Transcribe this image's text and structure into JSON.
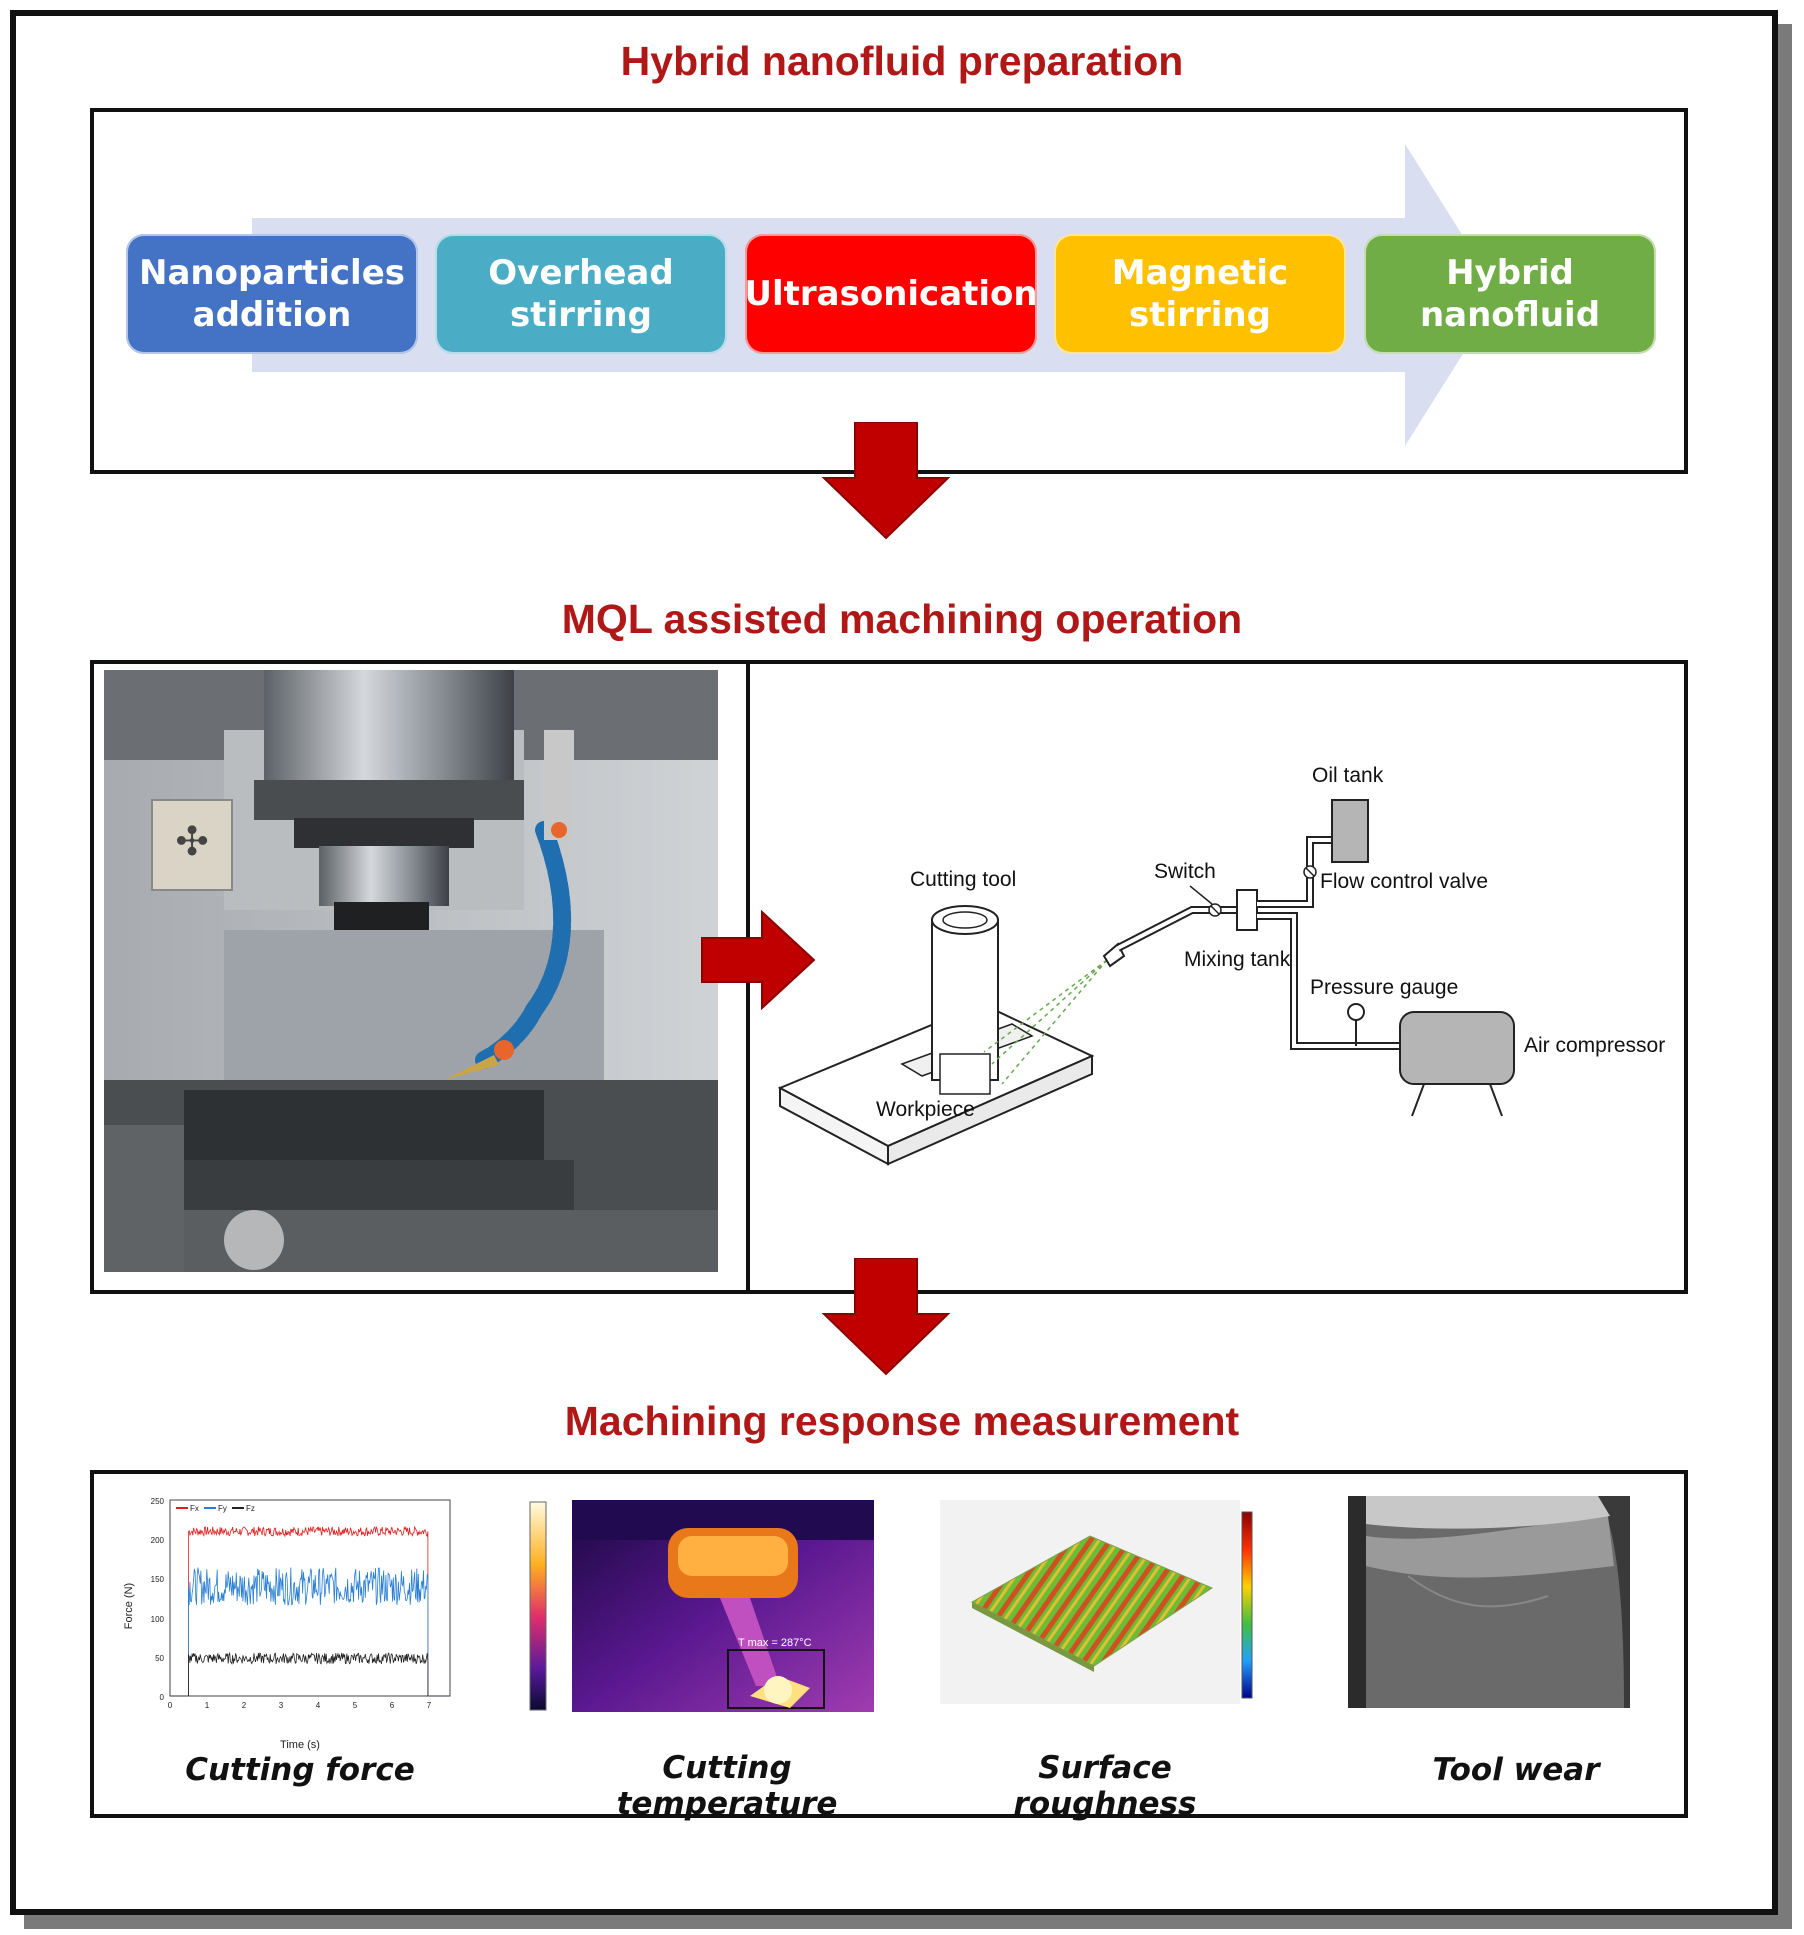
{
  "sections": {
    "prep_title": "Hybrid nanofluid preparation",
    "mql_title": "MQL assisted machining operation",
    "measure_title": "Machining response measurement"
  },
  "steps": [
    {
      "label": "Nanoparticles addition",
      "color": "#4472c4"
    },
    {
      "label": "Overhead stirring",
      "color": "#4bacc6"
    },
    {
      "label": "Ultrasonication",
      "color": "#ff0000"
    },
    {
      "label": "Magnetic stirring",
      "color": "#ffc000"
    },
    {
      "label": "Hybrid nanofluid",
      "color": "#70ad47"
    }
  ],
  "schematic": {
    "cutting_tool": "Cutting tool",
    "workpiece": "Workpiece",
    "switch": "Switch",
    "mixing_tank": "Mixing tank",
    "oil_tank": "Oil tank",
    "flow_control_valve": "Flow control valve",
    "pressure_gauge": "Pressure gauge",
    "air_compressor": "Air compressor"
  },
  "force_plot": {
    "y_label": "Force (N)",
    "x_label": "Time (s)",
    "legend": [
      "Fx",
      "Fy",
      "Fz"
    ],
    "y_ticks": [
      "250",
      "200",
      "150",
      "100",
      "50",
      "0"
    ],
    "x_ticks": [
      "0",
      "1",
      "2",
      "3",
      "4",
      "5",
      "6",
      "7"
    ],
    "series_colors": [
      "#e02020",
      "#2a7fd4",
      "#222222"
    ]
  },
  "thermal": {
    "annotation": "T max = 287°C"
  },
  "captions": {
    "force": "Cutting force",
    "temperature": "Cutting temperature",
    "roughness": "Surface roughness",
    "wear": "Tool wear"
  },
  "colors": {
    "title_red": "#b01818",
    "arrow_red": "#c00000",
    "flow_arrow": "#d9dff0"
  }
}
